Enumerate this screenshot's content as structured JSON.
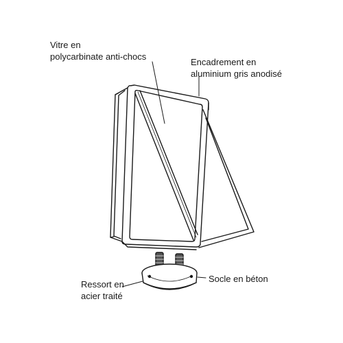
{
  "labels": {
    "glass": {
      "line1": "Vitre en",
      "line2": "polycarbinate anti-chocs"
    },
    "frame": {
      "line1": "Encadrement en",
      "line2": "aluminium gris anodisé"
    },
    "spring": {
      "line1": "Ressort en",
      "line2": "acier traité"
    },
    "base": {
      "line1": "Socle en béton"
    }
  },
  "colors": {
    "line": "#1a1a1a",
    "frame_fill": "#ffffff",
    "background": "#ffffff"
  }
}
